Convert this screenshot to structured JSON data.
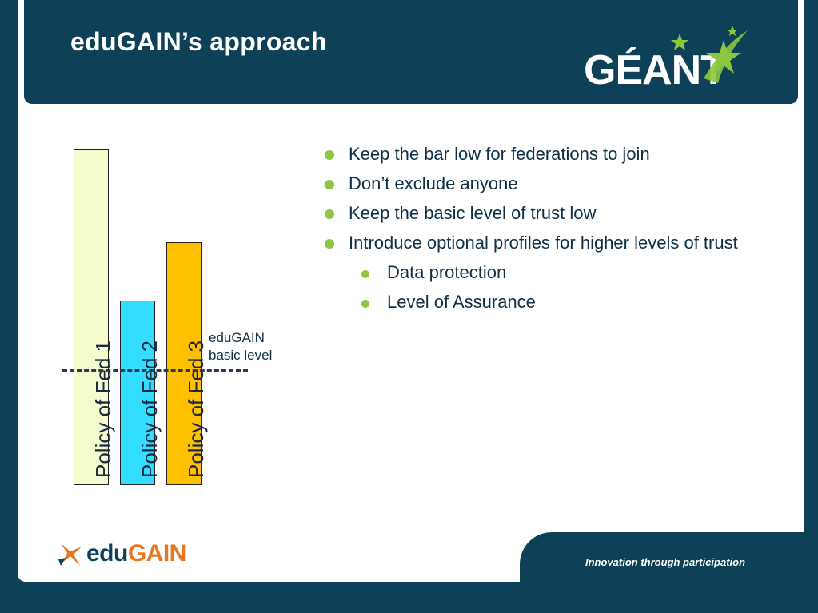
{
  "slide": {
    "title": "eduGAIN’s approach",
    "footer_tagline": "Innovation through participation"
  },
  "logos": {
    "geant": "GÉANT",
    "edugain_edu": "edu",
    "edugain_gain": "GAIN"
  },
  "diagram": {
    "bars": [
      {
        "label": "Policy of Fed 1",
        "color": "#f5fbcc"
      },
      {
        "label": "Policy of Fed 2",
        "color": "#33ddff"
      },
      {
        "label": "Policy of Fed 3",
        "color": "#ffc000"
      }
    ],
    "baseline_label_line1": "eduGAIN",
    "baseline_label_line2": "basic level"
  },
  "bullets": [
    {
      "text": "Keep the bar low for federations to join",
      "level": 1
    },
    {
      "text": "Don’t exclude anyone",
      "level": 1
    },
    {
      "text": "Keep the basic level of trust low",
      "level": 1
    },
    {
      "text": "Introduce optional profiles for higher levels of trust",
      "level": 1
    },
    {
      "text": "Data protection",
      "level": 2
    },
    {
      "text": "Level of Assurance",
      "level": 2
    }
  ],
  "colors": {
    "brand_dark": "#0e4157",
    "bullet_green": "#8dc63f",
    "star_green": "#8dc63f"
  }
}
